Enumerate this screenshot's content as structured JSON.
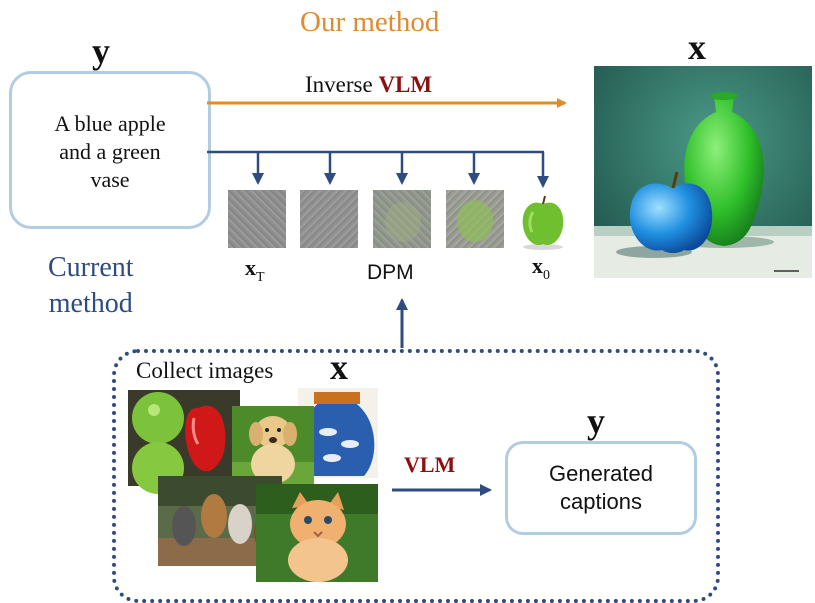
{
  "header": {
    "our_method": "Our method",
    "y_symbol": "y",
    "x_symbol": "x"
  },
  "prompt": {
    "text": "A blue apple\nand a green\nvase"
  },
  "inverse": {
    "prefix": "Inverse ",
    "vlm": "VLM"
  },
  "current_method": {
    "text": "Current\nmethod"
  },
  "diffusion": {
    "label": "DPM",
    "start_symbol": "x",
    "start_subscript": "T",
    "end_symbol": "x",
    "end_subscript": "0"
  },
  "collect": {
    "label": "Collect images",
    "x_symbol": "x",
    "vlm": "VLM",
    "y_symbol": "y",
    "caption": "Generated\ncaptions"
  },
  "colors": {
    "orange_arrow": "#e08b2e",
    "blue_arrow": "#2e4c82",
    "box_border": "#b3cde0",
    "vlm_red": "#8b1111"
  }
}
